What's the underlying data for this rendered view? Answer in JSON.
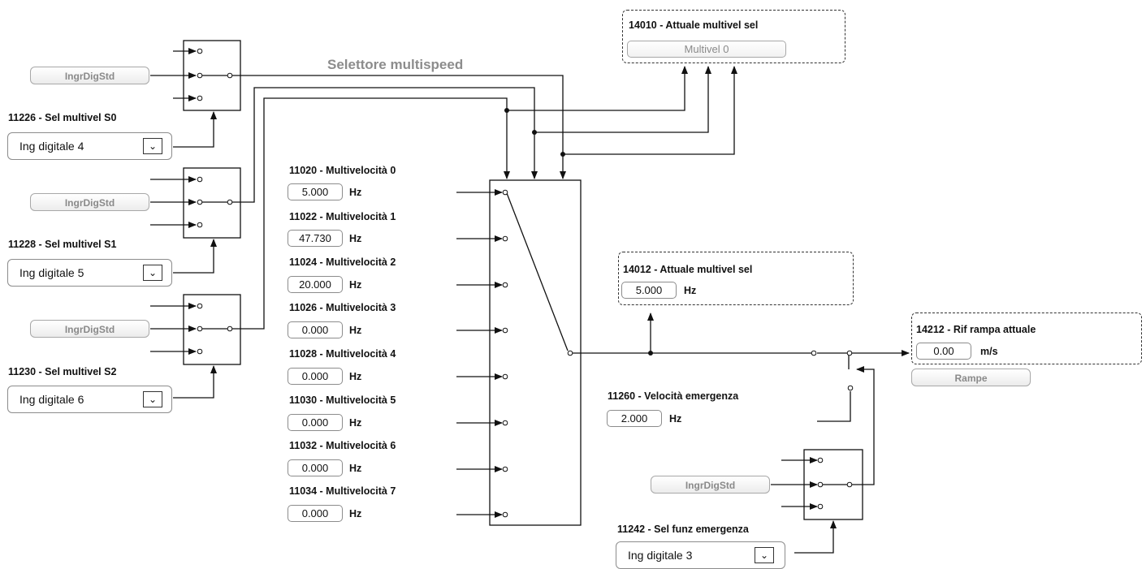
{
  "title": "Selettore multispeed",
  "selectors": [
    {
      "label": "11226 - Sel multivel S0",
      "value": "Ing digitale 4",
      "source": "IngrDigStd"
    },
    {
      "label": "11228 - Sel multivel S1",
      "value": "Ing digitale 5",
      "source": "IngrDigStd"
    },
    {
      "label": "11230 - Sel multivel S2",
      "value": "Ing digitale 6",
      "source": "IngrDigStd"
    }
  ],
  "multispeeds": [
    {
      "label": "11020 - Multivelocità 0",
      "value": "5.000",
      "unit": "Hz"
    },
    {
      "label": "11022 - Multivelocità 1",
      "value": "47.730",
      "unit": "Hz"
    },
    {
      "label": "11024 - Multivelocità 2",
      "value": "20.000",
      "unit": "Hz"
    },
    {
      "label": "11026 - Multivelocità 3",
      "value": "0.000",
      "unit": "Hz"
    },
    {
      "label": "11028 - Multivelocità 4",
      "value": "0.000",
      "unit": "Hz"
    },
    {
      "label": "11030 - Multivelocità 5",
      "value": "0.000",
      "unit": "Hz"
    },
    {
      "label": "11032 - Multivelocità 6",
      "value": "0.000",
      "unit": "Hz"
    },
    {
      "label": "11034 - Multivelocità 7",
      "value": "0.000",
      "unit": "Hz"
    }
  ],
  "actual_sel": {
    "label": "14010 - Attuale multivel sel",
    "value": "Multivel 0"
  },
  "actual_speed": {
    "label": "14012 - Attuale multivel sel",
    "value": "5.000",
    "unit": "Hz"
  },
  "ramp_ref": {
    "label": "14212 - Rif rampa attuale",
    "value": "0.00",
    "unit": "m/s",
    "button": "Rampe"
  },
  "emergency_speed": {
    "label": "11260 - Velocità emergenza",
    "value": "2.000",
    "unit": "Hz"
  },
  "emergency_sel": {
    "label": "11242 - Sel funz emergenza",
    "value": "Ing digitale 3",
    "source": "IngrDigStd"
  },
  "icons": {
    "dropdown": "chevron-down-icon"
  }
}
